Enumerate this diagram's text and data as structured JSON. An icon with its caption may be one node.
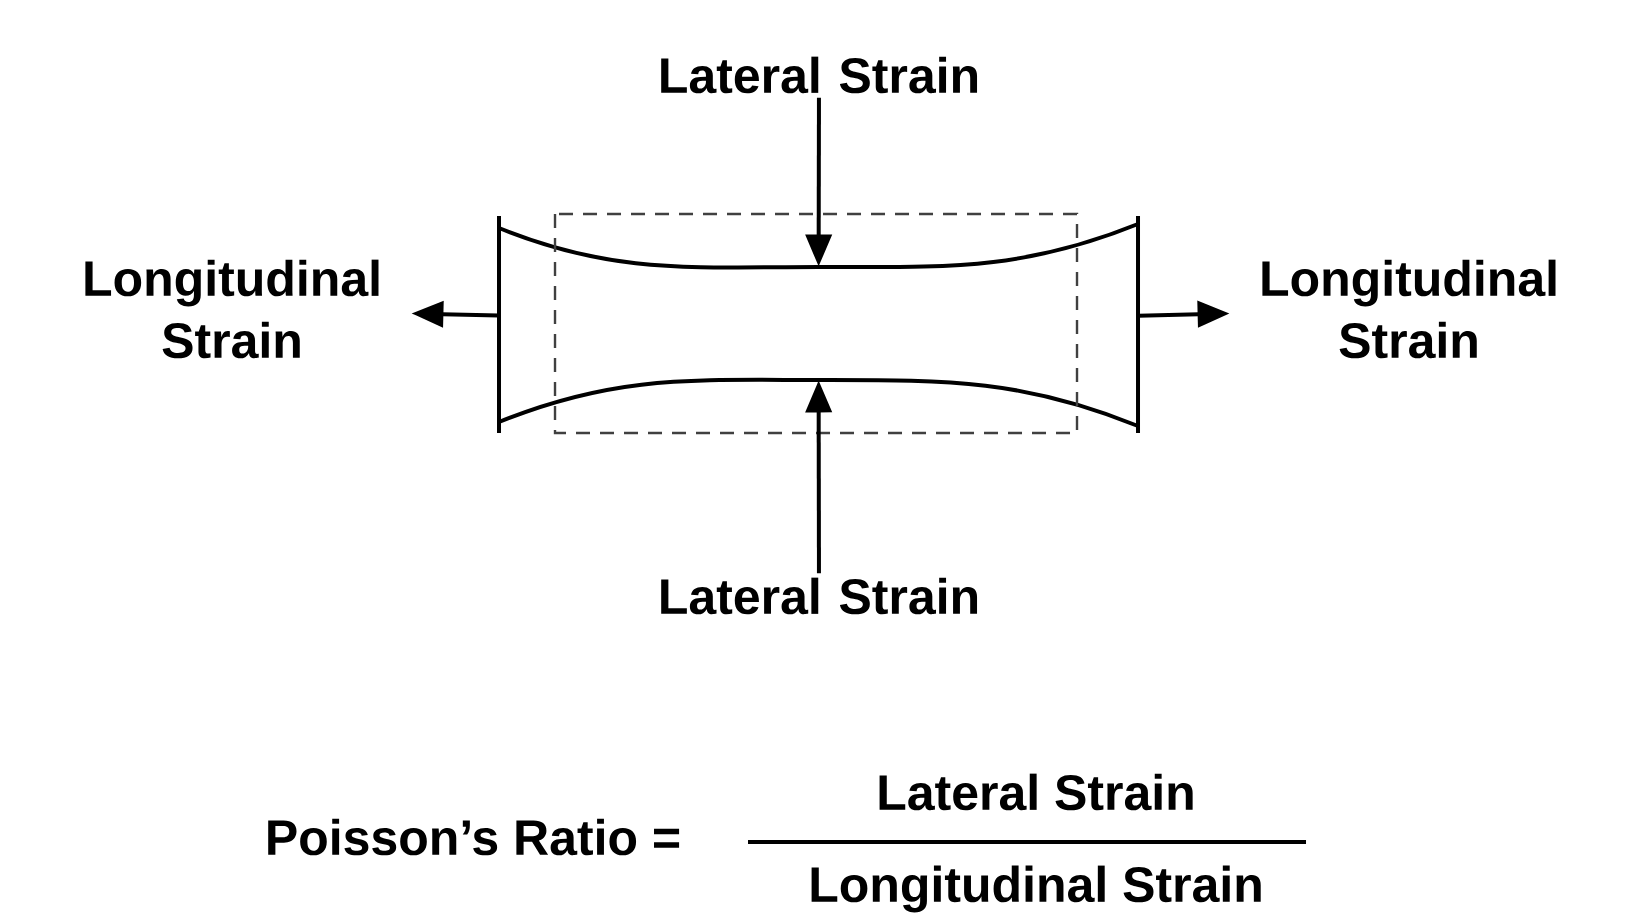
{
  "diagram": {
    "nodes": [
      {
        "text": [
          "Lateral Strain"
        ]
      },
      {
        "text": [
          "Longitudinal Strain"
        ]
      },
      {
        "text": [],
        "shape": "bar"
      },
      {
        "text": [
          "Longitudinal Strain"
        ]
      },
      {
        "text": [
          "Lateral Strain"
        ]
      }
    ],
    "edges": [
      {
        "from": 0,
        "to": 2,
        "arrow": "to"
      },
      {
        "from": 2,
        "to": 1,
        "arrow": "to"
      },
      {
        "from": 2,
        "to": 3,
        "arrow": "to"
      },
      {
        "from": 4,
        "to": 2,
        "arrow": "to"
      }
    ],
    "labels": [
      "Poisson’s Ratio =",
      "Lateral Strain",
      "Longitudinal Strain"
    ]
  }
}
